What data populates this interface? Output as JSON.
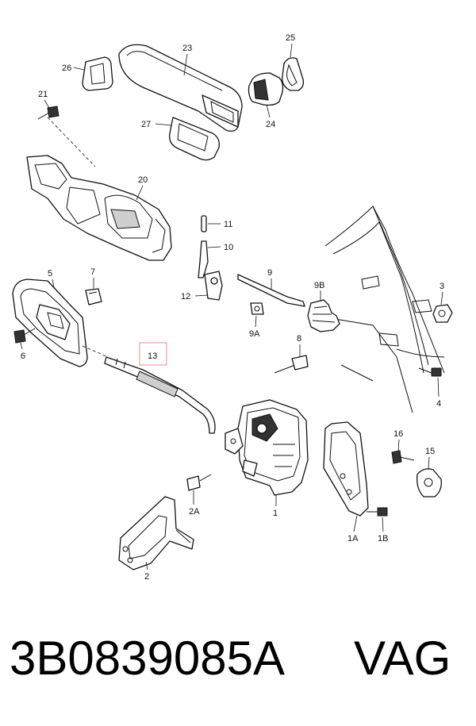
{
  "labels": {
    "l1": "1",
    "l1A": "1A",
    "l1B": "1B",
    "l2": "2",
    "l2A": "2A",
    "l3": "3",
    "l4": "4",
    "l5": "5",
    "l6": "6",
    "l7": "7",
    "l8": "8",
    "l9": "9",
    "l9A": "9A",
    "l9B": "9B",
    "l10": "10",
    "l11": "11",
    "l12": "12",
    "l13": "13",
    "l15": "15",
    "l16": "16",
    "l20": "20",
    "l21": "21",
    "l23": "23",
    "l24": "24",
    "l25": "25",
    "l26": "26",
    "l27": "27"
  },
  "highlight_color": "#e8a0a8",
  "footer": {
    "part_number": "3B0839085A",
    "brand": "VAG"
  }
}
